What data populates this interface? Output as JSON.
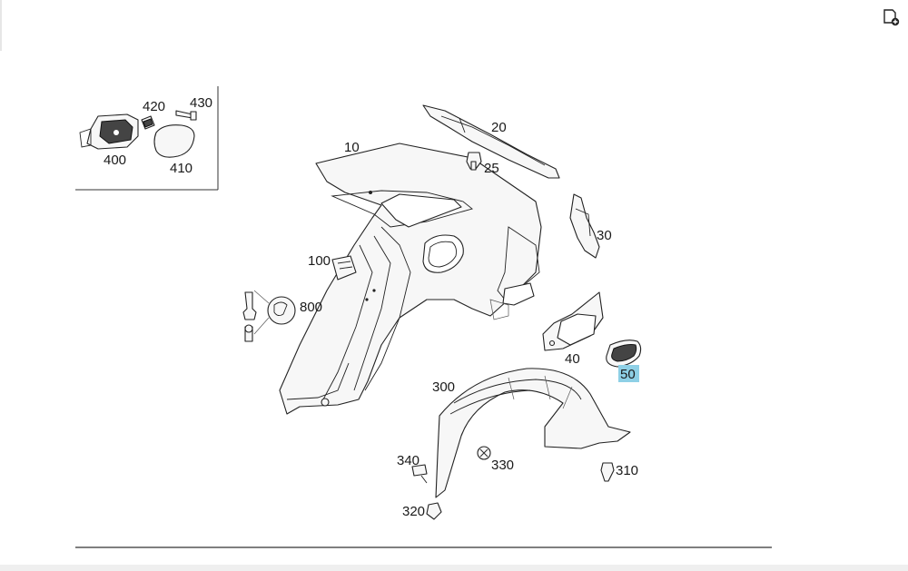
{
  "toolbar": {
    "add_icon": "add-to-list-icon"
  },
  "diagram": {
    "labels": {
      "p10": "10",
      "p20": "20",
      "p25": "25",
      "p30": "30",
      "p40": "40",
      "p50": "50",
      "p100": "100",
      "p300": "300",
      "p310": "310",
      "p320": "320",
      "p330": "330",
      "p340": "340",
      "p400": "400",
      "p410": "410",
      "p420": "420",
      "p430": "430",
      "p800": "800"
    },
    "highlighted": "50",
    "highlight_color": "#8ed0e6"
  }
}
